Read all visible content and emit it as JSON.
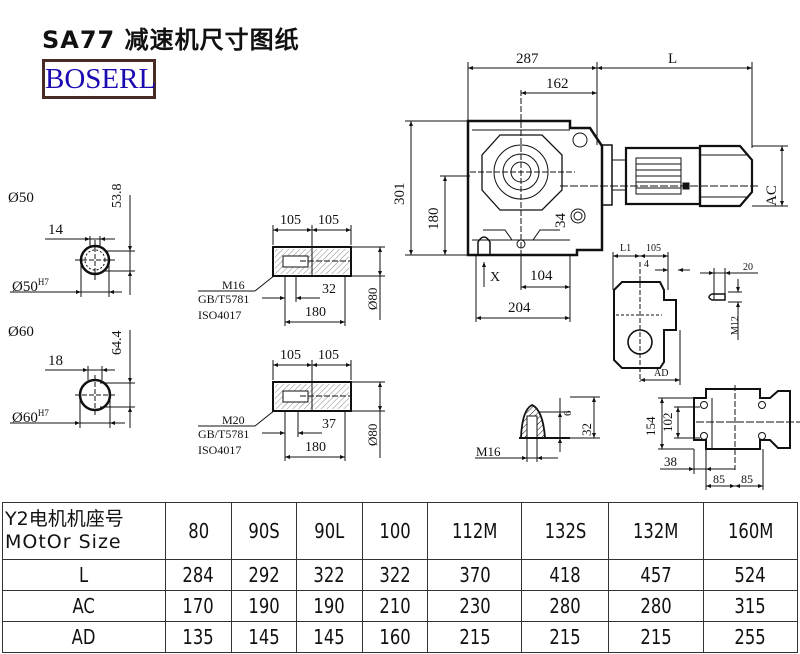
{
  "header": {
    "title": "SA77 减速机尺寸图纸",
    "brand": "BOSERL"
  },
  "colors": {
    "brand_text": "#1a0ab0",
    "brand_border": "#4a2a24",
    "line": "#111111"
  },
  "shaft_sections": [
    {
      "title": "Ø50",
      "key_width": "14",
      "height": "53.8",
      "bore": "Ø50",
      "bore_tol": "H7"
    },
    {
      "title": "Ø60",
      "key_width": "18",
      "height": "64.4",
      "bore": "Ø60",
      "bore_tol": "H7"
    }
  ],
  "solid_shafts": [
    {
      "len_a": "105",
      "len_b": "105",
      "thread": "M16",
      "std1": "GB/T5781",
      "std2": "ISO4017",
      "depth": "32",
      "total": "180",
      "dia": "Ø80"
    },
    {
      "len_a": "105",
      "len_b": "105",
      "thread": "M20",
      "std1": "GB/T5781",
      "std2": "ISO4017",
      "depth": "37",
      "total": "180",
      "dia": "Ø80"
    }
  ],
  "main_view": {
    "dim_287": "287",
    "dim_L": "L",
    "dim_162": "162",
    "dim_301": "301",
    "dim_180": "180",
    "dim_34": "34",
    "dim_AC": "AC",
    "dim_104": "104",
    "dim_204": "204",
    "view_x": "X"
  },
  "side_view": {
    "dim_L1": "L1",
    "dim_105": "105",
    "dim_4": "4",
    "dim_AD": "AD"
  },
  "bolt_detail": {
    "dim_20": "20",
    "thread": "M12"
  },
  "cap_detail": {
    "dim_6": "6",
    "dim_32": "32",
    "thread": "M16"
  },
  "flange_view": {
    "dim_154": "154",
    "dim_102": "102",
    "dim_38": "38",
    "dim_85a": "85",
    "dim_85b": "85"
  },
  "table": {
    "header_line1": "Y2电机机座号",
    "header_line2": "MOtOr Size",
    "columns": [
      "80",
      "90S",
      "90L",
      "100",
      "112M",
      "132S",
      "132M",
      "160M"
    ],
    "rows": [
      {
        "label": "L",
        "values": [
          "284",
          "292",
          "322",
          "322",
          "370",
          "418",
          "457",
          "524"
        ]
      },
      {
        "label": "AC",
        "values": [
          "170",
          "190",
          "190",
          "210",
          "230",
          "280",
          "280",
          "315"
        ]
      },
      {
        "label": "AD",
        "values": [
          "135",
          "145",
          "145",
          "160",
          "215",
          "215",
          "215",
          "255"
        ]
      }
    ]
  }
}
